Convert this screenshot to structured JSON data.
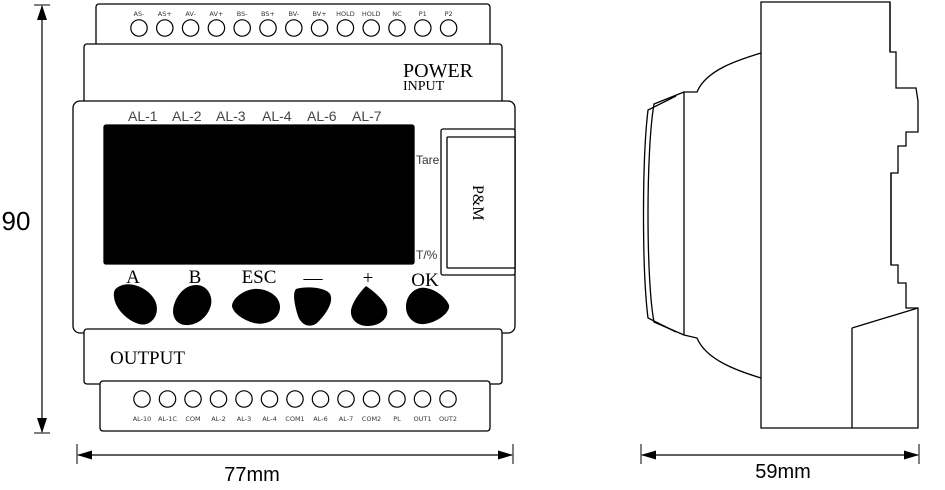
{
  "dimensions": {
    "height_label": "90",
    "front_width_label": "77mm",
    "side_width_label": "59mm"
  },
  "front": {
    "top_terminals": [
      "AS-",
      "AS+",
      "AV-",
      "AV+",
      "BS-",
      "BS+",
      "BV-",
      "BV+",
      "HOLD",
      "HOLD",
      "NC",
      "P1",
      "P2"
    ],
    "power_label": "POWER",
    "input_label": "INPUT",
    "alarm_labels": [
      "AL-1",
      "AL-2",
      "AL-3",
      "AL-4",
      "AL-6",
      "AL-7"
    ],
    "tare_label": "Tare",
    "tpct_label": "T/%",
    "brand_label": "P&M",
    "buttons": [
      "A",
      "B",
      "ESC",
      "—",
      "+",
      "OK"
    ],
    "output_label": "OUTPUT",
    "bottom_terminals": [
      "AL-10",
      "AL-1C",
      "COM",
      "AL-2",
      "AL-3",
      "AL-4",
      "COM1",
      "AL-6",
      "AL-7",
      "COM2",
      "PL",
      "OUT1",
      "OUT2"
    ]
  }
}
